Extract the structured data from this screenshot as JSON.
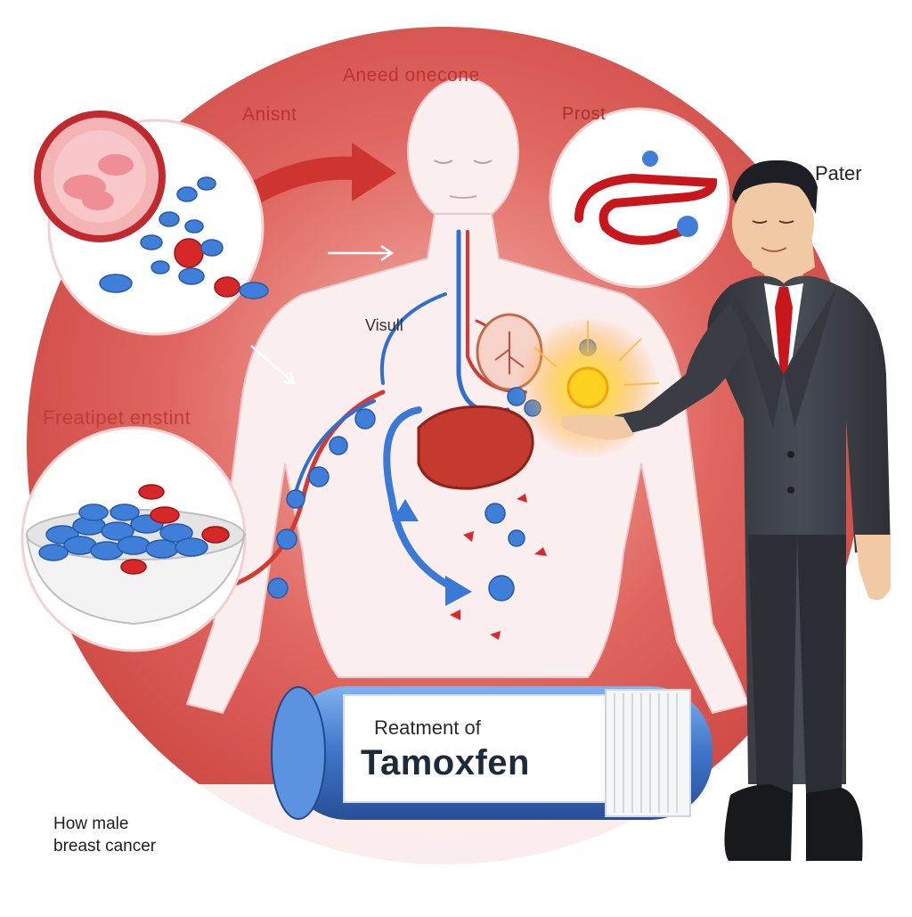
{
  "labels": {
    "top": "Aneed onecone",
    "left": "Anisnt",
    "right": "Prost",
    "person": "Pater",
    "mid": "Visull",
    "bowl": "Freatipet enstint"
  },
  "tube": {
    "line1": "Reatment of",
    "line2": "Tamoxfen"
  },
  "caption": {
    "line1": "How male",
    "line2": "breast cancer"
  },
  "colors": {
    "background_red": "#d9534f",
    "pill_blue": "#3f7fd9",
    "pill_red": "#d62828",
    "suit": "#3c3f46",
    "tie": "#c8161d",
    "glow": "#ffd54a"
  }
}
